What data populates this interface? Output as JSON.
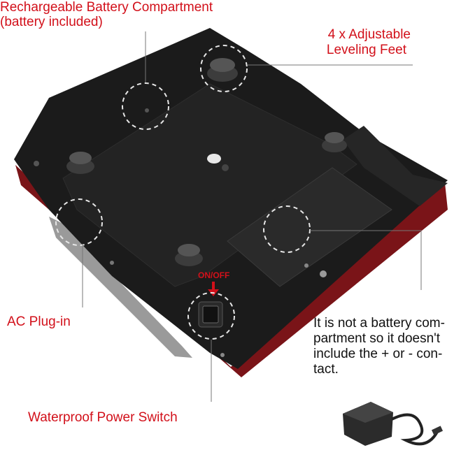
{
  "callouts": {
    "battery_compartment": {
      "line1": "Rechargeable Battery Compartment",
      "line2": "(battery included)"
    },
    "leveling_feet": {
      "line1": "4 x Adjustable",
      "line2": "Leveling Feet"
    },
    "ac_plug": "AC Plug-in",
    "power_switch": "Waterproof Power Switch",
    "battery_note": {
      "line1": "It is not a battery com-",
      "line2": "partment so it doesn't",
      "line3": "include the + or - con-",
      "line4": "tact."
    },
    "switch_tag": "ON/OFF"
  },
  "colors": {
    "callout_red": "#d2101a",
    "callout_dark": "#111111",
    "device_body": "#1b1b1b",
    "device_trim": "#7a1418"
  },
  "icons": [
    "dashed-circle-highlight",
    "power-adapter",
    "rocker-switch",
    "arrow-down"
  ]
}
